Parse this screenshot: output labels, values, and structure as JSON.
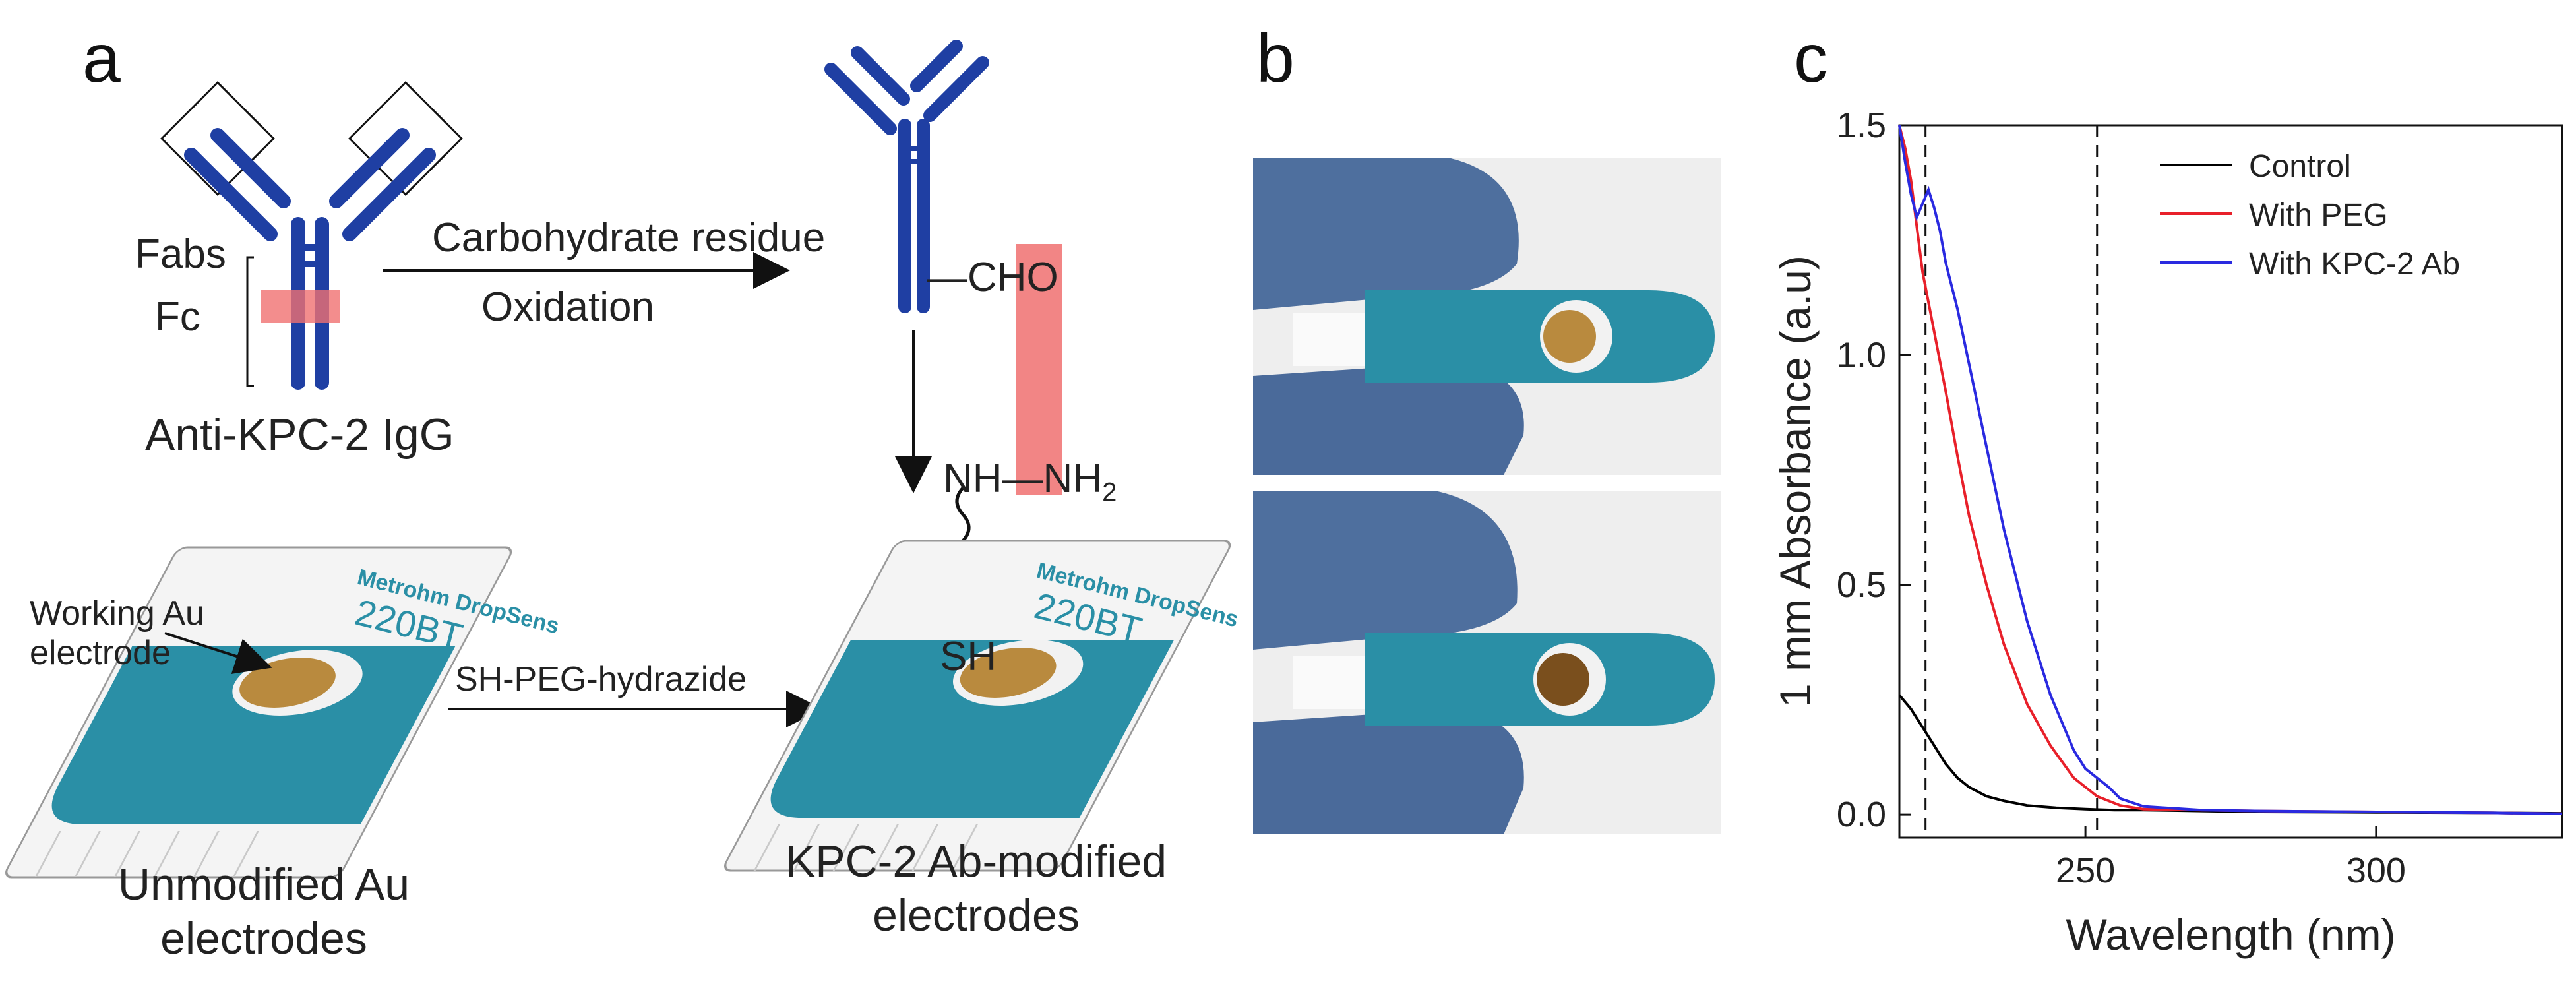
{
  "panels": {
    "a": "a",
    "b": "b",
    "c": "c"
  },
  "schematic": {
    "fabs_label": "Fabs",
    "fc_label": "Fc",
    "igg_label": "Anti-KPC-2 IgG",
    "reaction1_top": "Carbohydrate residue",
    "reaction1_bottom": "Oxidation",
    "cho_label": "—CHO",
    "nh_label": "NH—NH",
    "nh_subscript": "2",
    "sh_label": "SH",
    "working_label_line1": "Working Au",
    "working_label_line2": "electrode",
    "reaction2": "SH-PEG-hydrazide",
    "unmodified_line1": "Unmodified Au",
    "unmodified_line2": "electrodes",
    "modified_line1": "KPC-2 Ab-modified",
    "modified_line2": "electrodes",
    "electrode_brand": "Metrohm DropSens",
    "electrode_model": "220BT"
  },
  "colors": {
    "antibody": "#1f3fa3",
    "highlight": "#f07070",
    "electrode_teal": "#2a8fa6",
    "gold": "#b98a3e",
    "control": "#000000",
    "peg": "#e8202a",
    "kpc": "#2a2ae0"
  },
  "chart_data": {
    "type": "line",
    "xlabel": "Wavelength (nm)",
    "ylabel": "1 mm Absorbance (a.u)",
    "xlim": [
      218,
      332
    ],
    "ylim": [
      -0.05,
      1.5
    ],
    "xticks": [
      250,
      300
    ],
    "yticks": [
      0.0,
      0.5,
      1.0,
      1.5
    ],
    "xtick_labels": [
      "250",
      "300"
    ],
    "ytick_labels": [
      "0.0",
      "0.5",
      "1.0",
      "1.5"
    ],
    "vlines": [
      222.5,
      252
    ],
    "legend_position": "top-right",
    "series": [
      {
        "name": "Control",
        "color": "#000000",
        "x": [
          218,
          220,
          222,
          224,
          226,
          228,
          230,
          233,
          236,
          240,
          245,
          250,
          255,
          260,
          270,
          280,
          300,
          320,
          332
        ],
        "y": [
          0.26,
          0.23,
          0.19,
          0.15,
          0.11,
          0.08,
          0.06,
          0.04,
          0.03,
          0.02,
          0.015,
          0.012,
          0.01,
          0.01,
          0.008,
          0.006,
          0.005,
          0.004,
          0.003
        ]
      },
      {
        "name": "With PEG",
        "color": "#e8202a",
        "x": [
          218,
          219,
          220,
          221,
          222,
          224,
          226,
          228,
          230,
          233,
          236,
          240,
          244,
          248,
          252,
          256,
          260,
          270,
          280,
          300,
          320,
          332
        ],
        "y": [
          1.5,
          1.45,
          1.38,
          1.28,
          1.18,
          1.05,
          0.92,
          0.78,
          0.65,
          0.5,
          0.37,
          0.24,
          0.15,
          0.08,
          0.04,
          0.02,
          0.012,
          0.01,
          0.008,
          0.006,
          0.004,
          0.002
        ]
      },
      {
        "name": "With KPC-2 Ab",
        "color": "#2a2ae0",
        "x": [
          218,
          219,
          220,
          221,
          222,
          223,
          224,
          225,
          226,
          228,
          230,
          233,
          236,
          240,
          244,
          248,
          250,
          252,
          254,
          256,
          260,
          270,
          280,
          300,
          320,
          332
        ],
        "y": [
          1.5,
          1.42,
          1.35,
          1.3,
          1.33,
          1.36,
          1.32,
          1.27,
          1.2,
          1.1,
          0.98,
          0.8,
          0.62,
          0.42,
          0.26,
          0.14,
          0.1,
          0.08,
          0.06,
          0.035,
          0.018,
          0.01,
          0.008,
          0.006,
          0.004,
          0.002
        ]
      }
    ]
  }
}
